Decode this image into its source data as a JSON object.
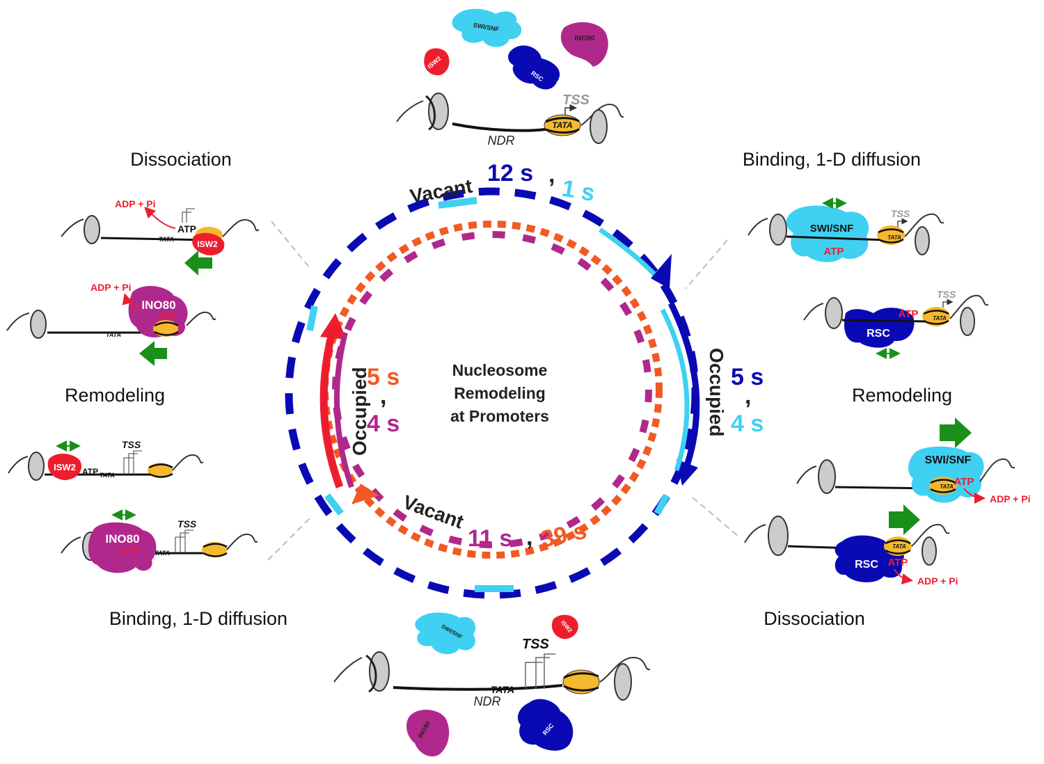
{
  "center": {
    "line1": "Nucleosome",
    "line2": "Remodeling",
    "line3": "at Promoters"
  },
  "stages": {
    "dissociation_left": "Dissociation",
    "binding_right": "Binding, 1-D diffusion",
    "remodeling_left": "Remodeling",
    "remodeling_right": "Remodeling",
    "binding_left": "Binding, 1-D diffusion",
    "dissociation_right": "Dissociation"
  },
  "cycle": {
    "vacant_top": {
      "word": "Vacant",
      "value_a": "12 s",
      "comma": ",",
      "value_b": "1 s"
    },
    "vacant_bottom": {
      "word": "Vacant",
      "value_a": "11 s",
      "comma": ",",
      "value_b": "39 s"
    },
    "occupied_right": {
      "word": "Occupied",
      "value_a": "5 s",
      "comma": ",",
      "value_b": "4 s"
    },
    "occupied_left": {
      "word": "Occupied",
      "value_a": "5 s",
      "comma": ",",
      "value_b": "4 s"
    }
  },
  "remodelers": {
    "swisnf": "SWI/SNF",
    "rsc": "RSC",
    "isw2": "ISW2",
    "ino80": "INO80"
  },
  "dna_labels": {
    "tss": "TSS",
    "tata": "TATA",
    "ndr": "NDR",
    "atp": "ATP",
    "adp_pi": "ADP + Pi"
  },
  "colors": {
    "rsc": "#0a0ab4",
    "swisnf": "#3fd0f2",
    "isw2": "#ee1d2e",
    "ino80": "#b0288c",
    "isw2_dash": "#f15a24",
    "arrow_green": "#1a8f1a",
    "nucleosome": "#f5b82e",
    "atp": "#ee1d2e"
  }
}
